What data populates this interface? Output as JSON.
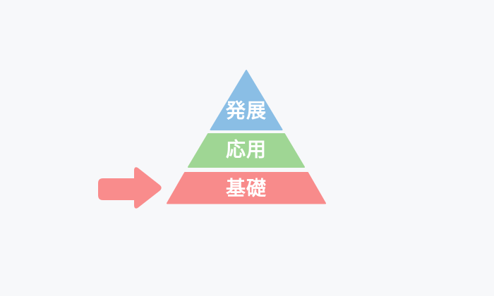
{
  "background_color": "#f7f8fa",
  "pyramid": {
    "levels": [
      {
        "label": "発展",
        "color": "#8abee5"
      },
      {
        "label": "応用",
        "color": "#9fd694"
      },
      {
        "label": "基礎",
        "color": "#f88b8b"
      }
    ],
    "label_color": "#ffffff"
  },
  "arrow": {
    "direction": "right",
    "color": "#f98c8c"
  }
}
